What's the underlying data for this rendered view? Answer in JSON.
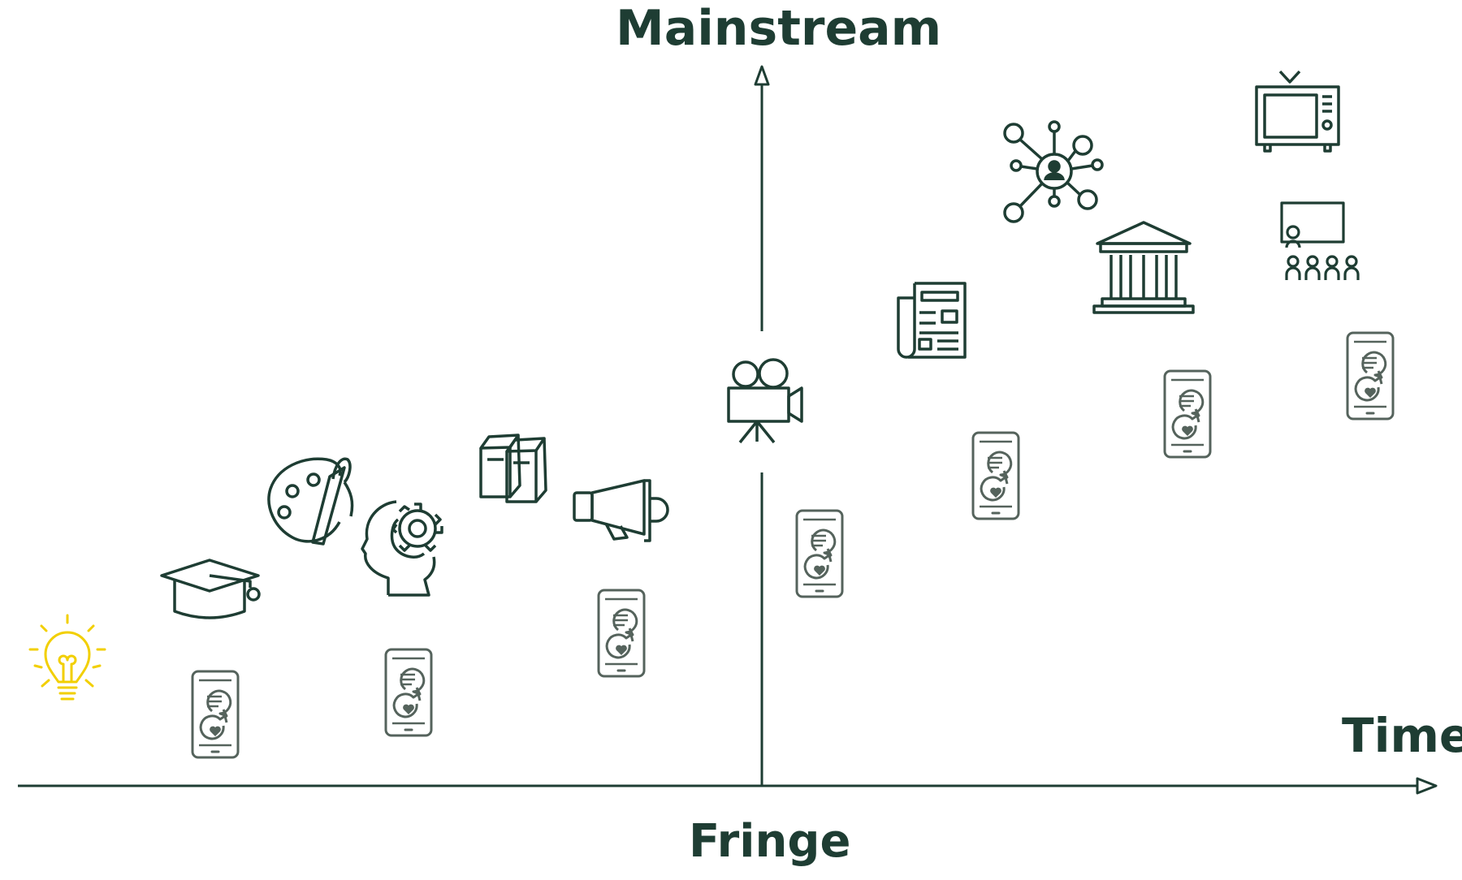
{
  "diagram": {
    "labels": {
      "mainstream": "Mainstream",
      "fringe": "Fringe",
      "time": "Time"
    },
    "colors": {
      "ink": "#1e3d33",
      "phone": "#55635c",
      "idea": "#f2cf00",
      "background": "#ffffff"
    },
    "icons": [
      "lightbulb-icon",
      "graduation-cap-icon",
      "art-palette-icon",
      "head-gears-icon",
      "books-icon",
      "megaphone-icon",
      "film-camera-icon",
      "newspaper-icon",
      "network-icon",
      "government-building-icon",
      "television-icon",
      "classroom-icon",
      "social-phone-icon"
    ]
  }
}
